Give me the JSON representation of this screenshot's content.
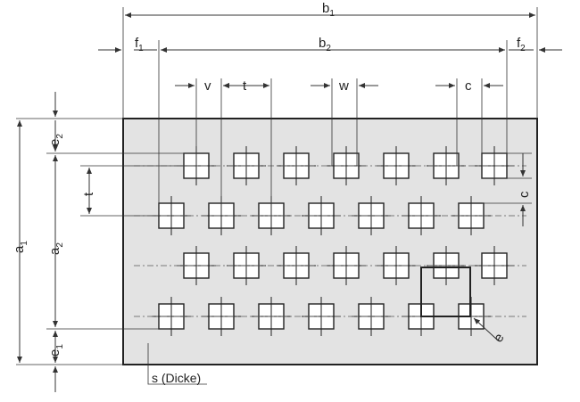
{
  "labels": {
    "b": "b",
    "b_sub": "1",
    "b2": "b",
    "b2_sub": "2",
    "f1": "f",
    "f1_sub": "1",
    "f2": "f",
    "f2_sub": "2",
    "v": "v",
    "t_top": "t",
    "w": "w",
    "c_top": "c",
    "e2": "e",
    "e2_sub": "2",
    "a1": "a",
    "a1_sub": "1",
    "a2": "a",
    "a2_sub": "2",
    "t_left": "t",
    "e1": "e",
    "e1_sub": "1",
    "c_right": "c",
    "e_diag": "e",
    "s_dicke": "s (Dicke)"
  },
  "colors": {
    "plate": "#e3e3e3",
    "outline": "#222222"
  }
}
